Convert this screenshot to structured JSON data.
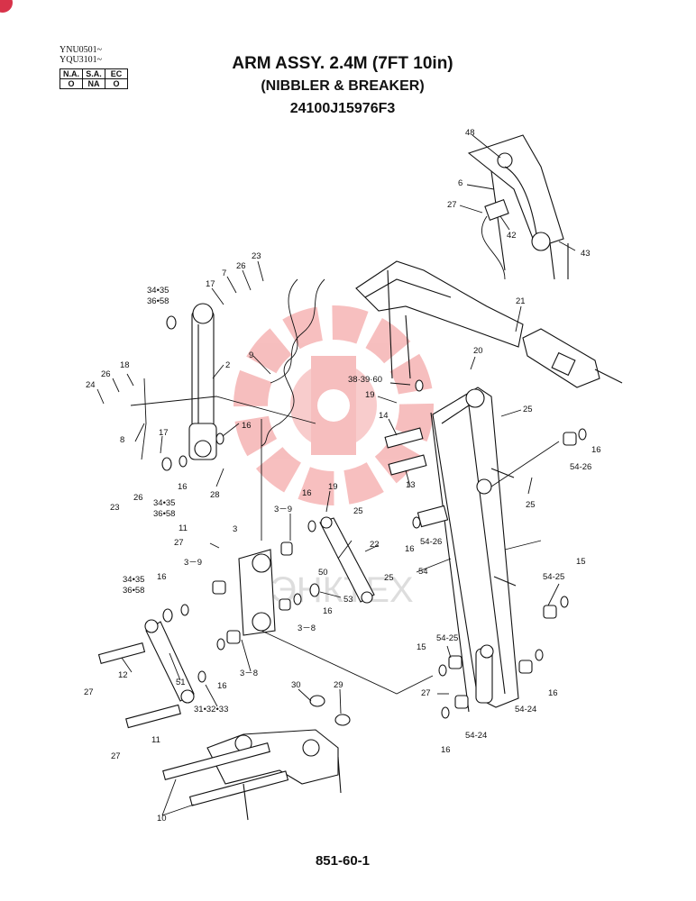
{
  "serial": [
    "YNU0501~",
    "YQU3101~"
  ],
  "applicability": {
    "headers": [
      "N.A.",
      "S.A.",
      "EC"
    ],
    "values": [
      "O",
      "NA",
      "O"
    ]
  },
  "title": {
    "line1": "ARM ASSY. 2.4M (7FT 10in)",
    "line2": "(NIBBLER & BREAKER)",
    "line3": "24100J15976F3"
  },
  "watermark_text": "ЭНКТЕХ",
  "page_number": "851-60-1",
  "colors": {
    "watermark": "#f08a8a",
    "line": "#111111",
    "corner_mark": "#d8334a"
  },
  "callouts": [
    {
      "text": "48"
    },
    {
      "text": "6"
    },
    {
      "text": "27"
    },
    {
      "text": "42"
    },
    {
      "text": "43"
    },
    {
      "text": "21"
    },
    {
      "text": "23"
    },
    {
      "text": "26"
    },
    {
      "text": "7"
    },
    {
      "text": "17"
    },
    {
      "text": "34•35"
    },
    {
      "text": "36•58"
    },
    {
      "text": "9"
    },
    {
      "text": "2"
    },
    {
      "text": "18"
    },
    {
      "text": "26"
    },
    {
      "text": "24"
    },
    {
      "text": "20"
    },
    {
      "text": "38·39·60"
    },
    {
      "text": "19"
    },
    {
      "text": "25"
    },
    {
      "text": "14"
    },
    {
      "text": "16"
    },
    {
      "text": "8"
    },
    {
      "text": "17"
    },
    {
      "text": "16"
    },
    {
      "text": "54-26"
    },
    {
      "text": "13"
    },
    {
      "text": "23"
    },
    {
      "text": "26"
    },
    {
      "text": "16"
    },
    {
      "text": "34•35"
    },
    {
      "text": "36•58"
    },
    {
      "text": "28"
    },
    {
      "text": "25"
    },
    {
      "text": "3－9"
    },
    {
      "text": "16"
    },
    {
      "text": "19"
    },
    {
      "text": "25"
    },
    {
      "text": "11"
    },
    {
      "text": "27"
    },
    {
      "text": "3"
    },
    {
      "text": "16"
    },
    {
      "text": "54-26"
    },
    {
      "text": "22"
    },
    {
      "text": "3－9"
    },
    {
      "text": "50"
    },
    {
      "text": "25"
    },
    {
      "text": "54"
    },
    {
      "text": "34•35"
    },
    {
      "text": "36•58"
    },
    {
      "text": "16"
    },
    {
      "text": "53"
    },
    {
      "text": "16"
    },
    {
      "text": "54-25"
    },
    {
      "text": "15"
    },
    {
      "text": "3－8"
    },
    {
      "text": "54-25"
    },
    {
      "text": "12"
    },
    {
      "text": "51"
    },
    {
      "text": "3－8"
    },
    {
      "text": "15"
    },
    {
      "text": "27"
    },
    {
      "text": "16"
    },
    {
      "text": "31•32•33"
    },
    {
      "text": "30"
    },
    {
      "text": "29"
    },
    {
      "text": "27"
    },
    {
      "text": "54-24"
    },
    {
      "text": "16"
    },
    {
      "text": "27"
    },
    {
      "text": "11"
    },
    {
      "text": "16"
    },
    {
      "text": "54-24"
    },
    {
      "text": "27"
    },
    {
      "text": "10"
    }
  ]
}
